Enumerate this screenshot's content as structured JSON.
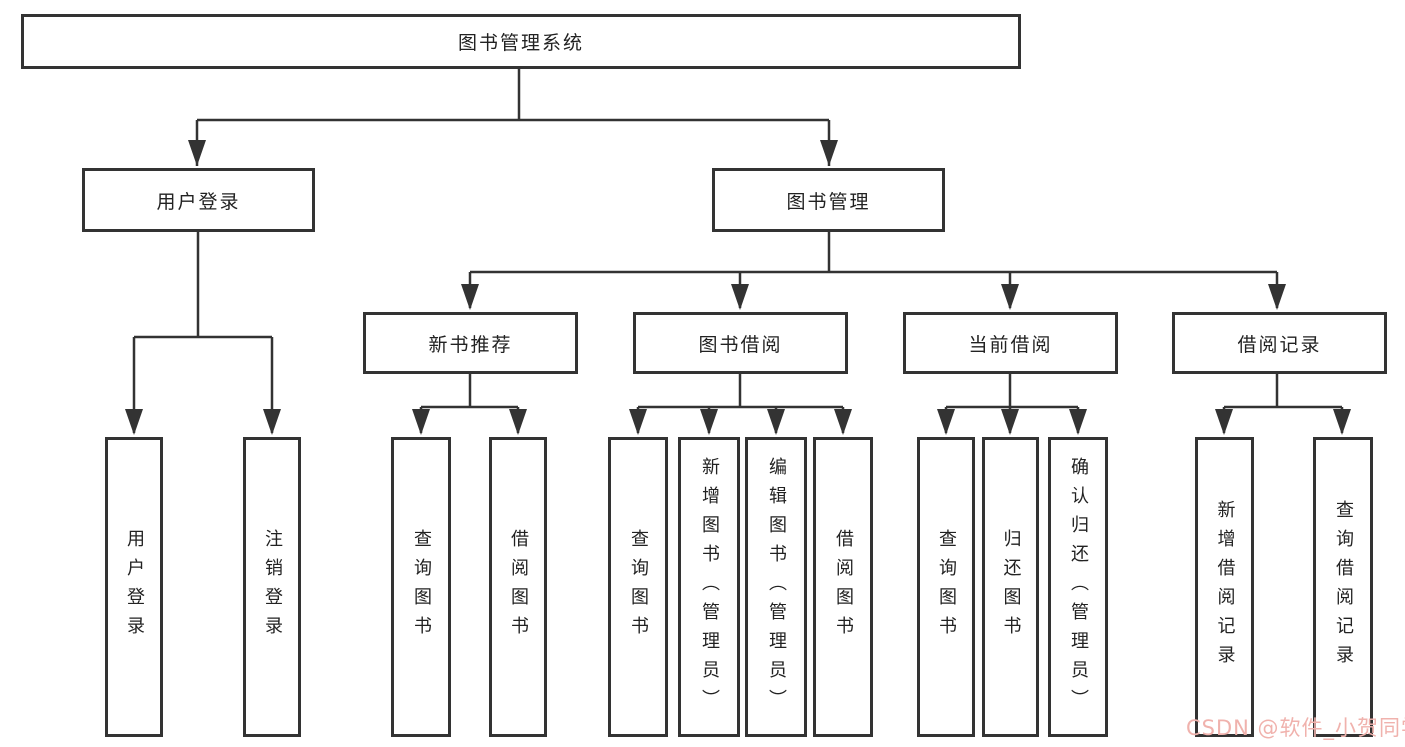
{
  "diagram_title": "图书管理系统",
  "tree": {
    "label": "图书管理系统",
    "children": [
      {
        "label": "用户登录",
        "children": [
          {
            "label": "用户登录"
          },
          {
            "label": "注销登录"
          }
        ]
      },
      {
        "label": "图书管理",
        "children": [
          {
            "label": "新书推荐",
            "children": [
              {
                "label": "查询图书"
              },
              {
                "label": "借阅图书"
              }
            ]
          },
          {
            "label": "图书借阅",
            "children": [
              {
                "label": "查询图书"
              },
              {
                "label": "新增图书（管理员）"
              },
              {
                "label": "编辑图书（管理员）"
              },
              {
                "label": "借阅图书"
              }
            ]
          },
          {
            "label": "当前借阅",
            "children": [
              {
                "label": "查询图书"
              },
              {
                "label": "归还图书"
              },
              {
                "label": "确认归还（管理员）"
              }
            ]
          },
          {
            "label": "借阅记录",
            "children": [
              {
                "label": "新增借阅记录"
              },
              {
                "label": "查询借阅记录"
              }
            ]
          }
        ]
      }
    ]
  },
  "watermark": "CSDN @软件_小贺同学",
  "colors": {
    "line": "#333333",
    "text": "#222222",
    "watermark": "#f0b2ad",
    "background": "#ffffff"
  }
}
